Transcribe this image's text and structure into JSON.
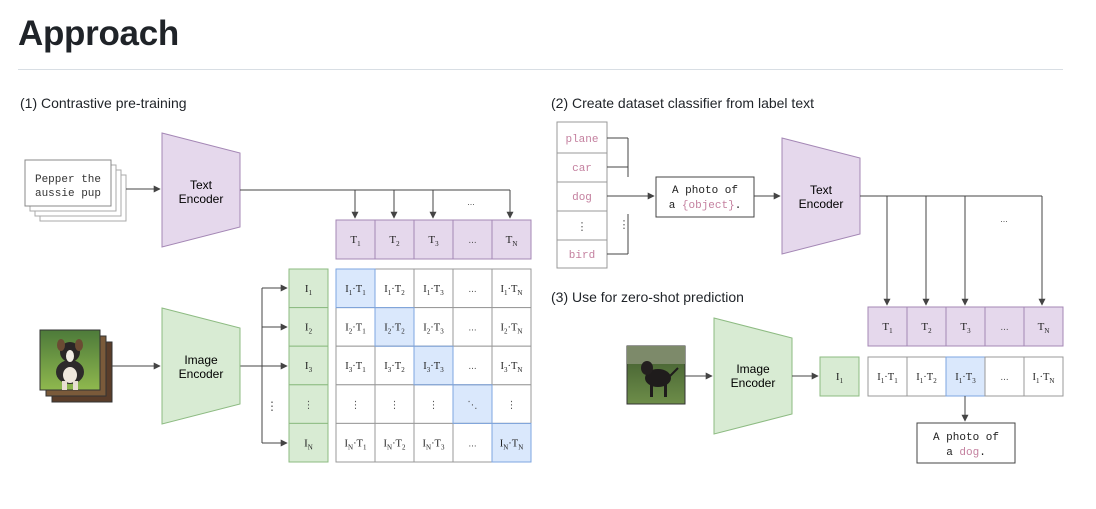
{
  "heading": "Approach",
  "sections": {
    "pretrain": "(1) Contrastive pre-training",
    "classifier": "(2) Create dataset classifier from label text",
    "zeroshot": "(3) Use for zero-shot prediction"
  },
  "encoders": {
    "text": [
      "Text",
      "Encoder"
    ],
    "image": [
      "Image",
      "Encoder"
    ]
  },
  "caption": [
    "Pepper the",
    "aussie pup"
  ],
  "token_labels": [
    "T",
    "I"
  ],
  "token_subs": [
    "1",
    "2",
    "3",
    "N"
  ],
  "ellipsis": "...",
  "vdots": "⋮",
  "ddots": "⋱",
  "labels": [
    "plane",
    "car",
    "dog",
    "bird"
  ],
  "template": {
    "line1": "A photo of",
    "line2_prefix": "a ",
    "object": "{object}",
    "suffix": "."
  },
  "prediction": {
    "line1": "A photo of",
    "line2_prefix": "a ",
    "word": "dog",
    "suffix": "."
  },
  "highlight_col_zero_shot": 3,
  "colors": {
    "text_encoder_fill": "#e5d8ec",
    "text_encoder_stroke": "#a487b5",
    "image_encoder_fill": "#d8ebd3",
    "image_encoder_stroke": "#8dbb82",
    "highlight": "#dae8fc",
    "highlight_stroke": "#7ea6e0",
    "label_pink": "#c4809f"
  },
  "icons": [
    "dog-photo-icon",
    "dog-photo-zero-shot-icon"
  ]
}
